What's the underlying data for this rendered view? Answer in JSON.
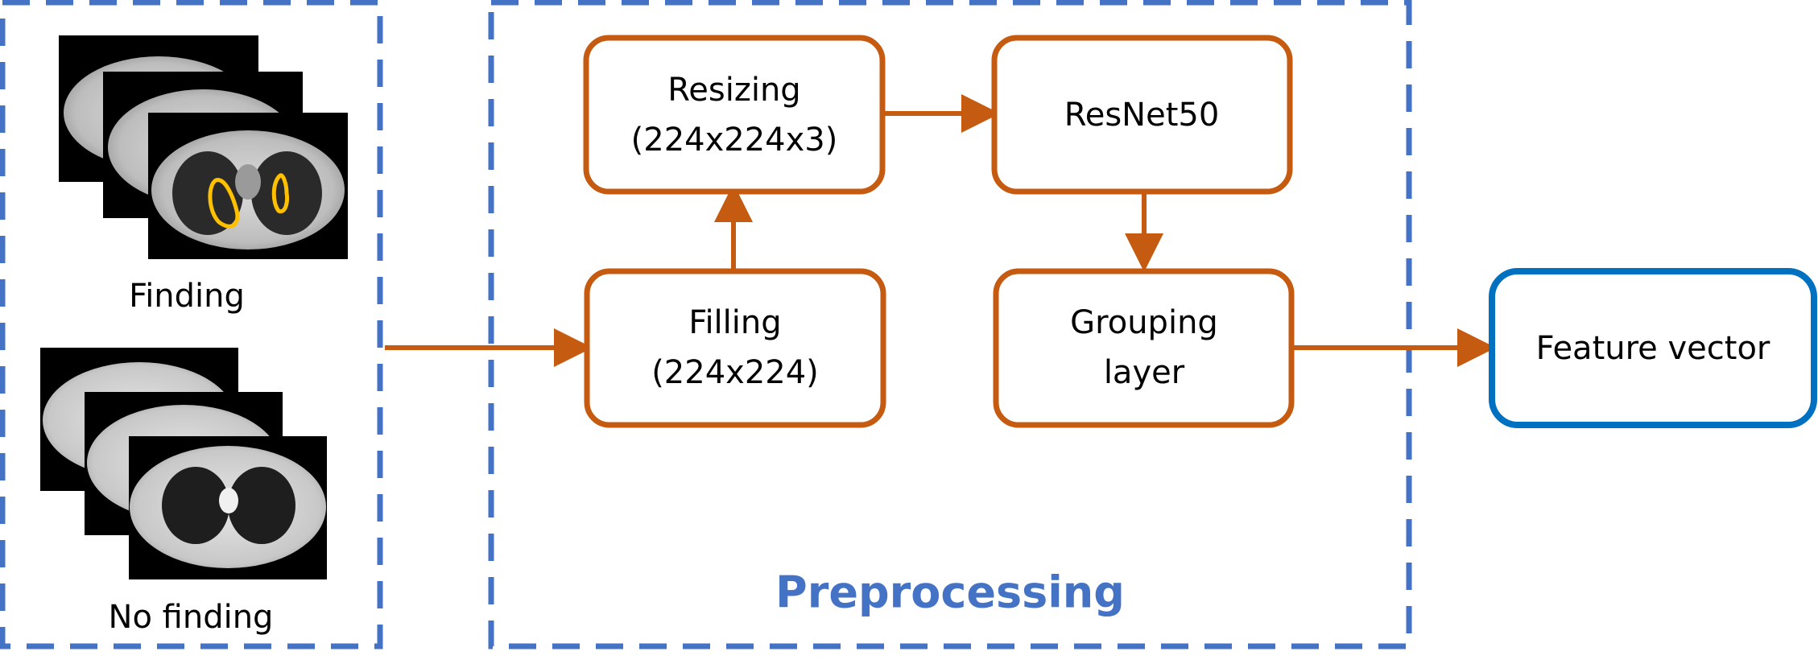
{
  "colors": {
    "dashed_border": "#4472C4",
    "process_border": "#C55A11",
    "arrow": "#C55A11",
    "output_border": "#0070C0",
    "ct_dark": "#000000",
    "contour": "#FFC000"
  },
  "input": {
    "finding_label": "Finding",
    "no_finding_label": "No finding"
  },
  "preprocessing": {
    "label": "Preprocessing",
    "resizing": {
      "line1": "Resizing",
      "line2": "(224x224x3)"
    },
    "filling": {
      "line1": "Filling",
      "line2": "(224x224)"
    },
    "resnet": {
      "line1": "ResNet50"
    },
    "grouping": {
      "line1": "Grouping",
      "line2": "layer"
    }
  },
  "output": {
    "label": "Feature vector"
  }
}
